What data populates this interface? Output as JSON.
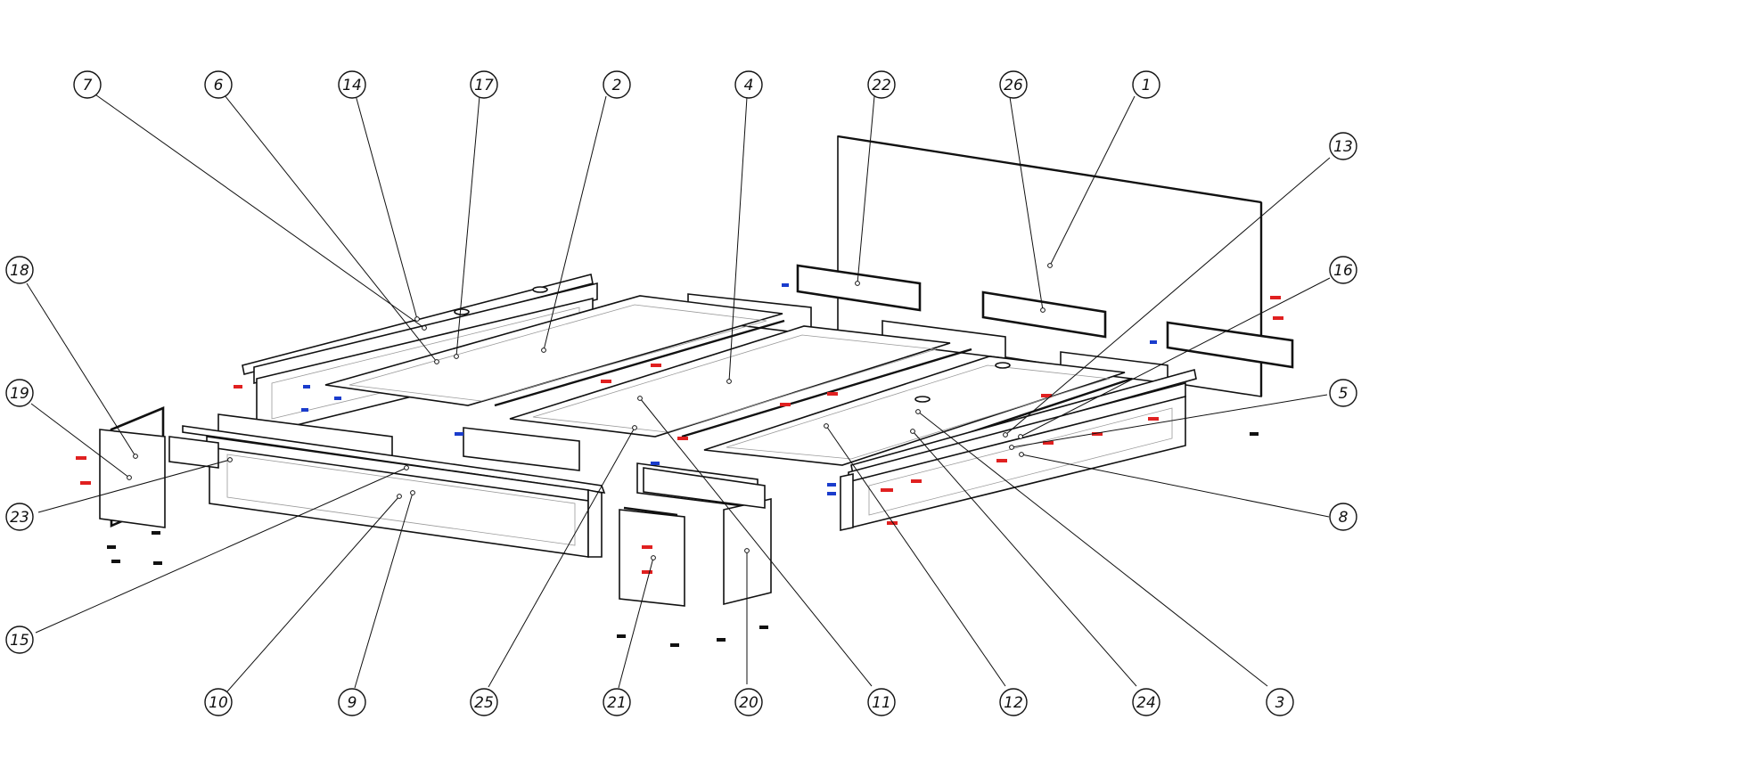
{
  "drawing": {
    "colors": {
      "line": "#111111",
      "hidden_line": "#9a9a9a",
      "dowel": "#e02020",
      "screw": "#1a3ccc",
      "fastener": "#111111"
    },
    "callouts": [
      {
        "label": "7"
      },
      {
        "label": "6"
      },
      {
        "label": "14"
      },
      {
        "label": "17"
      },
      {
        "label": "2"
      },
      {
        "label": "4"
      },
      {
        "label": "22"
      },
      {
        "label": "26"
      },
      {
        "label": "1"
      },
      {
        "label": "13"
      },
      {
        "label": "16"
      },
      {
        "label": "5"
      },
      {
        "label": "8"
      },
      {
        "label": "18"
      },
      {
        "label": "19"
      },
      {
        "label": "23"
      },
      {
        "label": "15"
      },
      {
        "label": "10"
      },
      {
        "label": "9"
      },
      {
        "label": "25"
      },
      {
        "label": "21"
      },
      {
        "label": "20"
      },
      {
        "label": "11"
      },
      {
        "label": "12"
      },
      {
        "label": "24"
      },
      {
        "label": "3"
      }
    ]
  }
}
